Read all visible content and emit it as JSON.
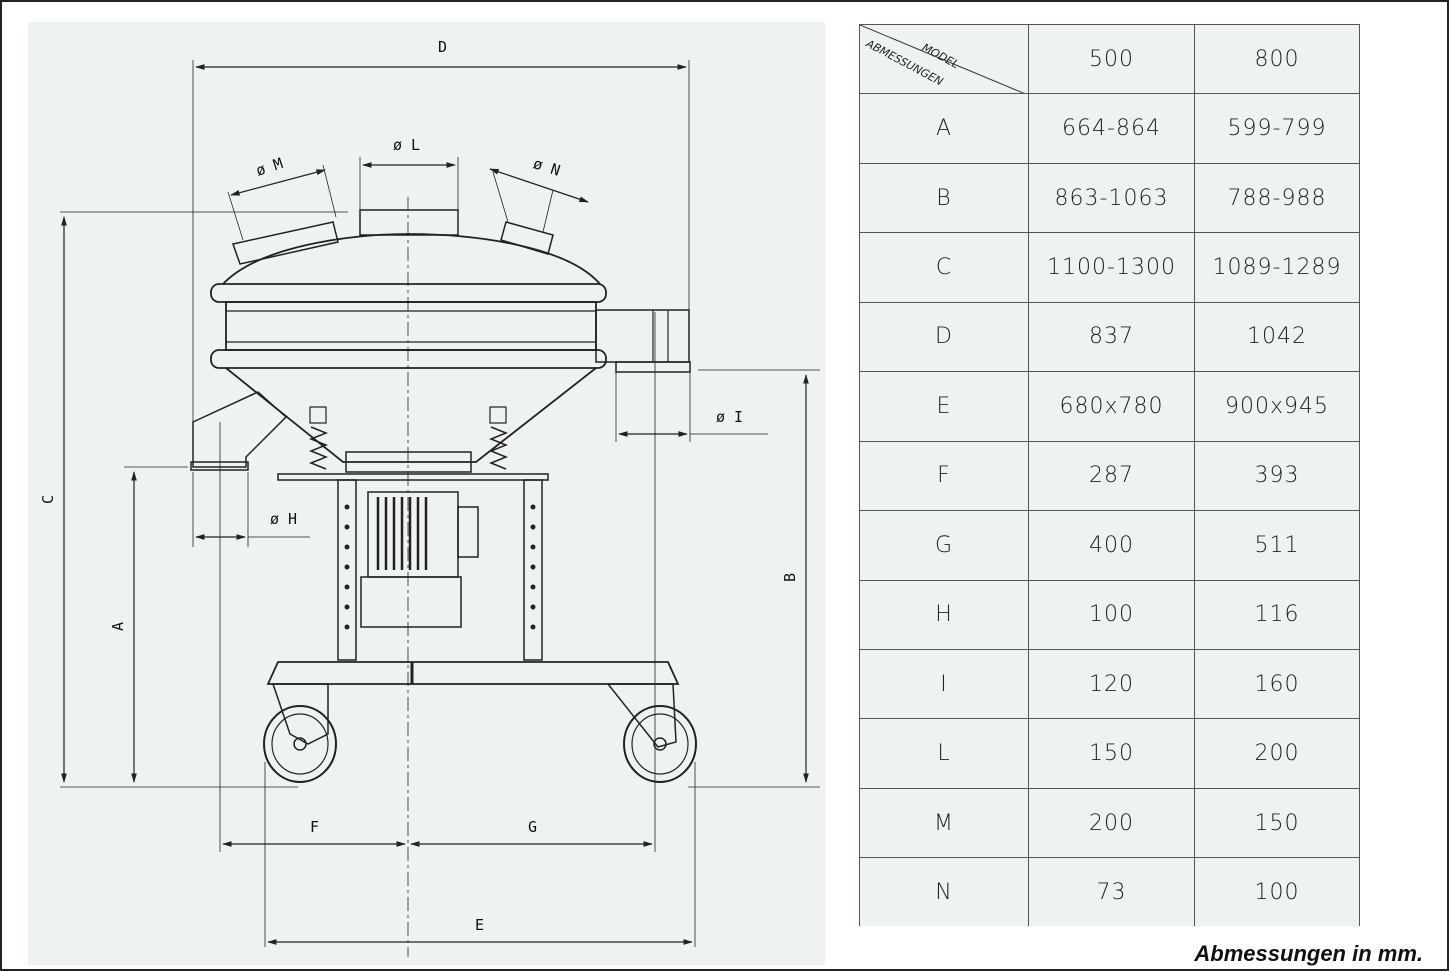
{
  "drawing": {
    "labels": {
      "D": "D",
      "L": "ø L",
      "M": "ø M",
      "N": "ø N",
      "I": "ø I",
      "H": "ø H",
      "C": "C",
      "B": "B",
      "A": "A",
      "F": "F",
      "G": "G",
      "E": "E"
    },
    "colors": {
      "line": "#222222",
      "background": "#eef3f0"
    }
  },
  "table": {
    "header": {
      "corner_top": "MODEL",
      "corner_bottom": "ABMESSUNGEN",
      "models": [
        "500",
        "800"
      ]
    },
    "rows": [
      {
        "dim": "A",
        "v500": "664-864",
        "v800": "599-799"
      },
      {
        "dim": "B",
        "v500": "863-1063",
        "v800": "788-988"
      },
      {
        "dim": "C",
        "v500": "1100-1300",
        "v800": "1089-1289"
      },
      {
        "dim": "D",
        "v500": "837",
        "v800": "1042"
      },
      {
        "dim": "E",
        "v500": "680x780",
        "v800": "900x945"
      },
      {
        "dim": "F",
        "v500": "287",
        "v800": "393"
      },
      {
        "dim": "G",
        "v500": "400",
        "v800": "511"
      },
      {
        "dim": "H",
        "v500": "100",
        "v800": "116"
      },
      {
        "dim": "I",
        "v500": "120",
        "v800": "160"
      },
      {
        "dim": "L",
        "v500": "150",
        "v800": "200"
      },
      {
        "dim": "M",
        "v500": "200",
        "v800": "150"
      },
      {
        "dim": "N",
        "v500": "73",
        "v800": "100"
      }
    ]
  },
  "footnote": "Abmessungen in mm."
}
